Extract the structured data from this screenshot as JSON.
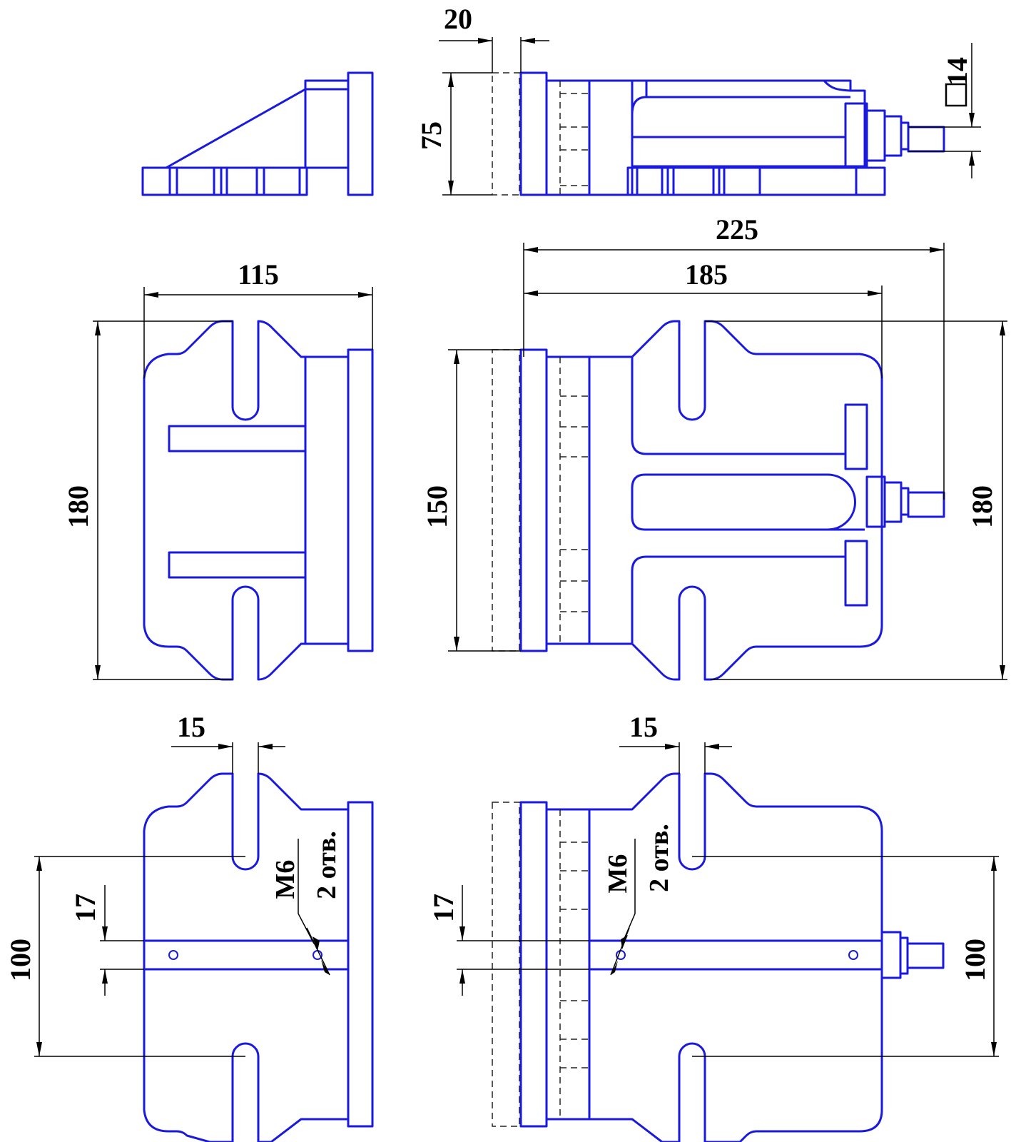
{
  "colors": {
    "outline": "#1a1adf",
    "dimension": "#000000",
    "background": "#ffffff"
  },
  "dimensions": {
    "d20": "20",
    "d75": "75",
    "d14": "14",
    "d225": "225",
    "d185": "185",
    "d115": "115",
    "d180_left": "180",
    "d150": "150",
    "d180_right": "180",
    "d15_left": "15",
    "d15_right": "15",
    "d17_left": "17",
    "d17_right": "17",
    "d100_left": "100",
    "d100_right": "100"
  },
  "notes": {
    "thread_left": "M6",
    "holes_left": "2 отв.",
    "thread_right": "M6",
    "holes_right": "2 отв."
  },
  "icons": {
    "square_symbol": "square-section-symbol"
  }
}
